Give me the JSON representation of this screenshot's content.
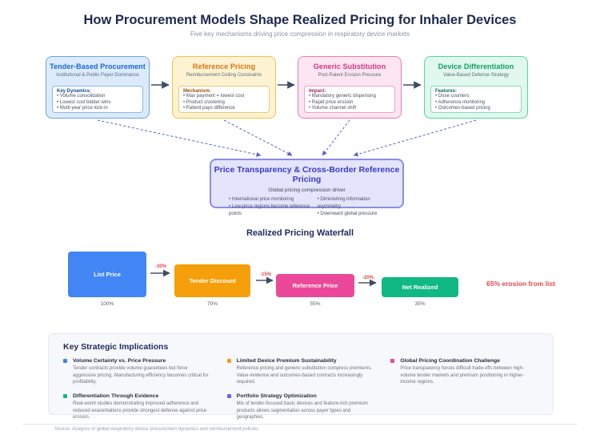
{
  "header": {
    "title": "How Procurement Models Shape Realized Pricing for Inhaler Devices",
    "subtitle": "Five key mechanisms driving price compression in respiratory device markets"
  },
  "models": [
    {
      "title": "Tender-Based Procurement",
      "subtitle": "Institutional & Public Payer Dominance",
      "label": "Key Dynamics:",
      "bullets": [
        "Volume consolidation",
        "Lowest cost bidder wins",
        "Multi-year price lock-in"
      ],
      "accent": "#1565d8"
    },
    {
      "title": "Reference Pricing",
      "subtitle": "Reimbursement Ceiling Constraints",
      "label": "Mechanism:",
      "bullets": [
        "Max payment = lowest cost",
        "Product clustering",
        "Patient pays difference"
      ],
      "accent": "#e2700f"
    },
    {
      "title": "Generic Substitution",
      "subtitle": "Post-Patent Erosion Pressure",
      "label": "Impact:",
      "bullets": [
        "Mandatory generic dispensing",
        "Rapid price erosion",
        "Volume channel shift"
      ],
      "accent": "#d63384"
    },
    {
      "title": "Device Differentiation",
      "subtitle": "Value-Based Defense Strategy",
      "label": "Features:",
      "bullets": [
        "Dose counters",
        "Adherence monitoring",
        "Outcomes-based pricing"
      ],
      "accent": "#0f9d68"
    }
  ],
  "transparency": {
    "title": "Price Transparency & Cross-Border Reference Pricing",
    "subtitle": "Global pricing compression driver",
    "bullets_left": [
      "International price monitoring",
      "Low-price regions become reference points"
    ],
    "bullets_right": [
      "Diminishing information asymmetry",
      "Downward global pressure"
    ],
    "accent": "#3a3ac8"
  },
  "waterfall": {
    "title": "Realized Pricing Waterfall",
    "steps": [
      {
        "label": "List Price",
        "value": "100%",
        "color": "#4285f4"
      },
      {
        "label": "Tender Discount",
        "value": "70%",
        "color": "#f59f0a"
      },
      {
        "label": "Reference Price",
        "value": "55%",
        "color": "#ec4899"
      },
      {
        "label": "Net Realized",
        "value": "35%",
        "color": "#10b981"
      }
    ],
    "drops": [
      "-30%",
      "-15%",
      "-20%"
    ],
    "annotation": "65% erosion from list",
    "annotation_color": "#e5484d"
  },
  "implications": {
    "title": "Key Strategic Implications",
    "items": [
      {
        "title": "Volume Certainty vs. Price Pressure",
        "desc": "Tender contracts provide volume guarantees but force aggressive pricing. Manufacturing efficiency becomes critical for profitability.",
        "color": "#3b82f6"
      },
      {
        "title": "Limited Device Premium Sustainability",
        "desc": "Reference pricing and generic substitution compress premiums. Value evidence and outcomes-based contracts increasingly required.",
        "color": "#f59e0b"
      },
      {
        "title": "Global Pricing Coordination Challenge",
        "desc": "Price transparency forces difficult trade-offs between high-volume tender markets and premium positioning in higher-income regions.",
        "color": "#ec4899"
      },
      {
        "title": "Differentiation Through Evidence",
        "desc": "Real-world studies demonstrating improved adherence and reduced exacerbations provide strongest defense against price erosion.",
        "color": "#10b981"
      },
      {
        "title": "Portfolio Strategy Optimization",
        "desc": "Mix of tender-focused basic devices and feature-rich premium products allows segmentation across payer types and geographies.",
        "color": "#6366f1"
      }
    ]
  },
  "footer": {
    "source": "Source: Analysis of global respiratory device procurement dynamics and reimbursement policies"
  }
}
